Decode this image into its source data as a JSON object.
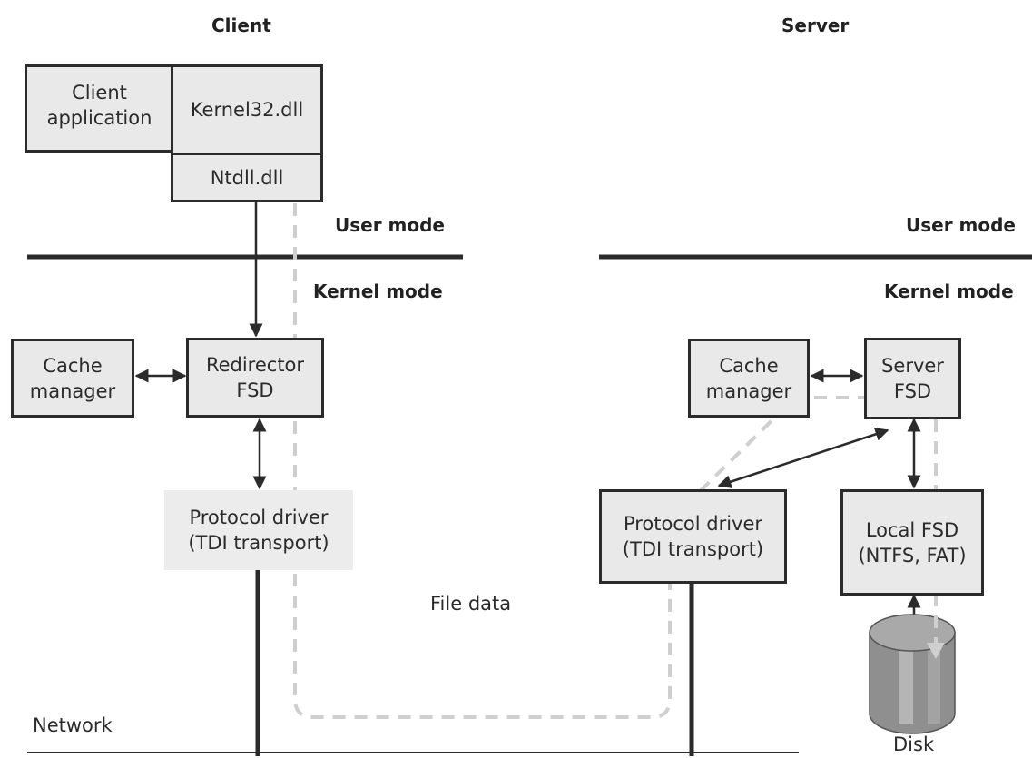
{
  "headers": {
    "client": "Client",
    "server": "Server"
  },
  "modes": {
    "client_user": "User mode",
    "client_kernel": "Kernel mode",
    "server_user": "User mode",
    "server_kernel": "Kernel mode"
  },
  "client": {
    "app": [
      "Client",
      "application"
    ],
    "kernel32": "Kernel32.dll",
    "ntdll": "Ntdll.dll",
    "cache": [
      "Cache",
      "manager"
    ],
    "redirector": [
      "Redirector",
      "FSD"
    ],
    "protocol": [
      "Protocol driver",
      "(TDI transport)"
    ]
  },
  "server": {
    "cache": [
      "Cache",
      "manager"
    ],
    "fsd": [
      "Server",
      "FSD"
    ],
    "protocol": [
      "Protocol driver",
      "(TDI transport)"
    ],
    "local": [
      "Local FSD",
      "(NTFS, FAT)"
    ],
    "disk": "Disk"
  },
  "labels": {
    "file_data": "File data",
    "network": "Network"
  },
  "colors": {
    "line": "#2b2b2b",
    "box_fill": "#e9e9e9",
    "dashed": "#cfcfcf",
    "disk_dark": "#7a7a7a",
    "disk_light": "#b5b5b5"
  }
}
